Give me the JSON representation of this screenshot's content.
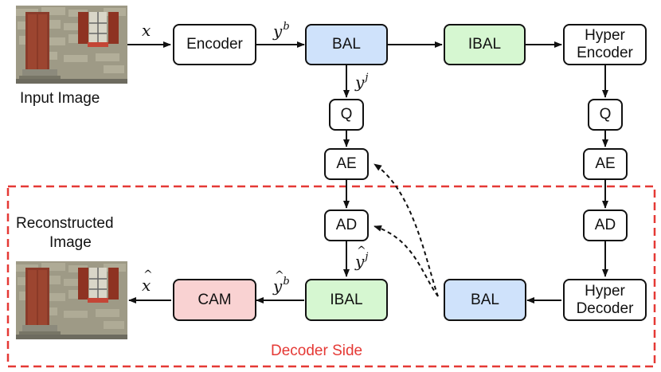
{
  "input_label": "Input Image",
  "output_label_line1": "Reconstructed",
  "output_label_line2": "Image",
  "decoder_side_label": "Decoder Side",
  "colors": {
    "bal_fill": "#cfe2fb",
    "ibal_fill": "#d6f7d1",
    "cam_fill": "#f9d2d2",
    "decoder_border": "#e53935"
  },
  "blocks": {
    "encoder": "Encoder",
    "bal_top": "BAL",
    "ibal_top": "IBAL",
    "hyper_encoder_line1": "Hyper",
    "hyper_encoder_line2": "Encoder",
    "q_left": "Q",
    "q_right": "Q",
    "ae_left": "AE",
    "ae_right": "AE",
    "ad_left": "AD",
    "ad_right": "AD",
    "ibal_bottom": "IBAL",
    "bal_bottom": "BAL",
    "hyper_decoder_line1": "Hyper",
    "hyper_decoder_line2": "Decoder",
    "cam": "CAM"
  },
  "symbols": {
    "x": "x",
    "y": "y",
    "b": "b",
    "j": "j"
  }
}
